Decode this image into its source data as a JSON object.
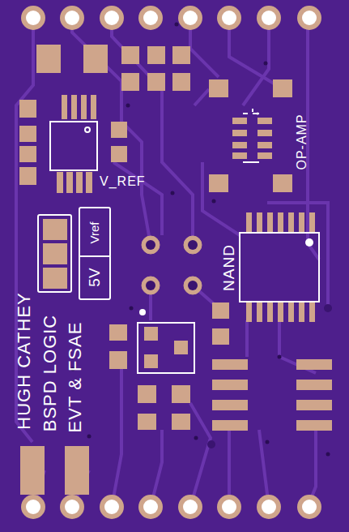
{
  "diagram": {
    "nodes": [
      {
        "text": [
          "5V",
          "Vref"
        ]
      }
    ],
    "labels": [
      "V_REF",
      "OP-AMP",
      "NAND",
      "HUGH CATHEY",
      "BSPD LOGIC",
      "EVT & FSAE"
    ]
  }
}
